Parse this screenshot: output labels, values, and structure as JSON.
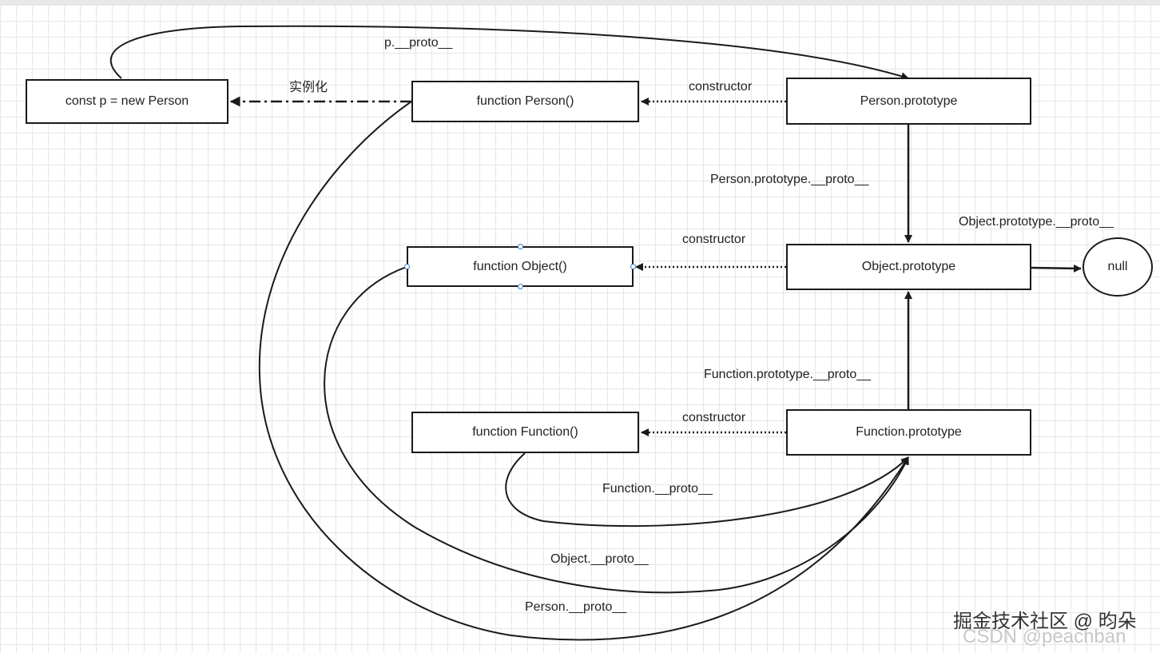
{
  "nodes": {
    "instance": "const p = new Person",
    "person_fn": "function Person()",
    "person_proto": "Person.prototype",
    "object_fn": "function Object()",
    "object_proto": "Object.prototype",
    "function_fn": "function Function()",
    "function_proto": "Function.prototype",
    "null": "null"
  },
  "edges": {
    "p_proto": "p.__proto__",
    "instantiate": "实例化",
    "person_constructor": "constructor",
    "person_proto_proto": "Person.prototype.__proto__",
    "object_constructor": "constructor",
    "object_proto_proto": "Object.prototype.__proto__",
    "function_proto_proto": "Function.prototype.__proto__",
    "function_constructor": "constructor",
    "function_dunder_proto": "Function.__proto__",
    "object_dunder_proto": "Object.__proto__",
    "person_dunder_proto": "Person.__proto__"
  },
  "watermark": {
    "text": "掘金技术社区 @ 昀朵",
    "subtext": "CSDN @peachban"
  }
}
